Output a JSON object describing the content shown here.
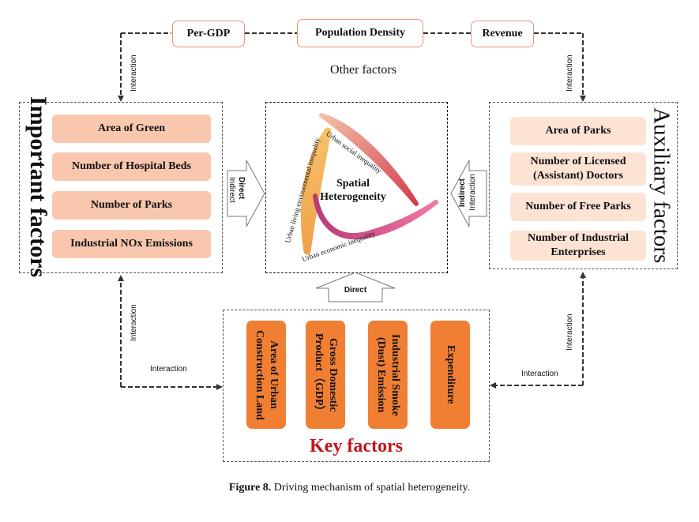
{
  "other_factors": {
    "items": [
      "Per-GDP",
      "Population Density",
      "Revenue"
    ],
    "label": "Other factors"
  },
  "important_factors": {
    "title": "Important factors",
    "items": [
      "Area of Green",
      "Number of Hospital Beds",
      "Number of Parks",
      "Industrial NOx Emissions"
    ]
  },
  "auxiliary_factors": {
    "title": "Auxiliary factors",
    "items": [
      "Area of Parks",
      "Number of Licensed (Assistant) Doctors",
      "Number of Free Parks",
      "Number of Industrial Enterprises"
    ]
  },
  "key_factors": {
    "title": "Key factors",
    "items": [
      "Area of Urban Construction Land",
      "Gross Domestic Product（GDP）",
      "Industrial Smoke (Dust) Emission",
      "Expenditure"
    ]
  },
  "center": {
    "title_line1": "Spatial",
    "title_line2": "Heterogeneity",
    "arc_labels": [
      "Urban social inequality",
      "Urban living environmental inequality",
      "Urban economic inequality"
    ]
  },
  "arrows": {
    "left_direct": "Direct",
    "left_indirect": "Indirect",
    "right_indirect": "Indirect",
    "right_interaction": "Interaction",
    "bottom_direct": "Direct"
  },
  "interaction_label": "Interaction",
  "caption": {
    "label": "Figure 8.",
    "text": "Driving mechanism of spatial heterogeneity."
  },
  "colors": {
    "important_pill": "#f8c7ad",
    "auxiliary_pill": "#fde3d4",
    "key_pill": "#f07f34",
    "key_title": "#c0161b",
    "top_box_border": "#e8957a"
  }
}
